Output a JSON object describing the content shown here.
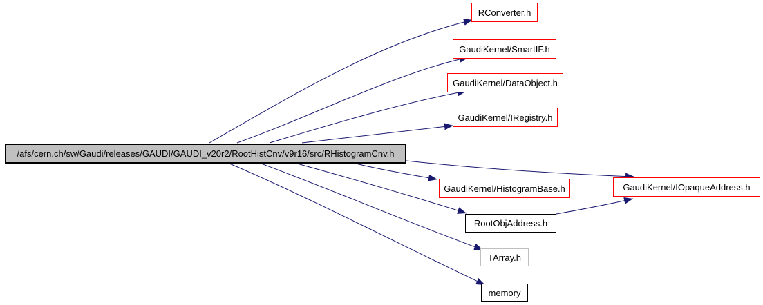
{
  "graph": {
    "type": "include-dependency-graph",
    "main_node": {
      "label": "/afs/cern.ch/sw/Gaudi/releases/GAUDI/GAUDI_v20r2/RootHistCnv/v9r16/src/RHistogramCnv.h"
    },
    "nodes": [
      {
        "id": "rconverter",
        "label": "RConverter.h",
        "border": "red"
      },
      {
        "id": "smartif",
        "label": "GaudiKernel/SmartIF.h",
        "border": "red"
      },
      {
        "id": "dataobject",
        "label": "GaudiKernel/DataObject.h",
        "border": "red"
      },
      {
        "id": "iregistry",
        "label": "GaudiKernel/IRegistry.h",
        "border": "red"
      },
      {
        "id": "histogrambase",
        "label": "GaudiKernel/HistogramBase.h",
        "border": "red"
      },
      {
        "id": "iopaqueaddress",
        "label": "GaudiKernel/IOpaqueAddress.h",
        "border": "red"
      },
      {
        "id": "rootobjaddress",
        "label": "RootObjAddress.h",
        "border": "black"
      },
      {
        "id": "tarray",
        "label": "TArray.h",
        "border": "gray"
      },
      {
        "id": "memory",
        "label": "memory",
        "border": "black"
      }
    ],
    "edges": [
      {
        "from": "RHistogramCnv.h",
        "to": "RConverter.h"
      },
      {
        "from": "RHistogramCnv.h",
        "to": "GaudiKernel/SmartIF.h"
      },
      {
        "from": "RHistogramCnv.h",
        "to": "GaudiKernel/DataObject.h"
      },
      {
        "from": "RHistogramCnv.h",
        "to": "GaudiKernel/IRegistry.h"
      },
      {
        "from": "RHistogramCnv.h",
        "to": "GaudiKernel/HistogramBase.h"
      },
      {
        "from": "RHistogramCnv.h",
        "to": "GaudiKernel/IOpaqueAddress.h"
      },
      {
        "from": "RHistogramCnv.h",
        "to": "RootObjAddress.h"
      },
      {
        "from": "RHistogramCnv.h",
        "to": "TArray.h"
      },
      {
        "from": "RHistogramCnv.h",
        "to": "memory"
      },
      {
        "from": "RootObjAddress.h",
        "to": "GaudiKernel/IOpaqueAddress.h"
      }
    ],
    "colors": {
      "edge": "#191970",
      "border_red": "#ff0000",
      "border_black": "#000000",
      "border_gray": "#bfbfbf",
      "main_node_fill": "#c0c0c0",
      "background": "#ffffff"
    }
  }
}
